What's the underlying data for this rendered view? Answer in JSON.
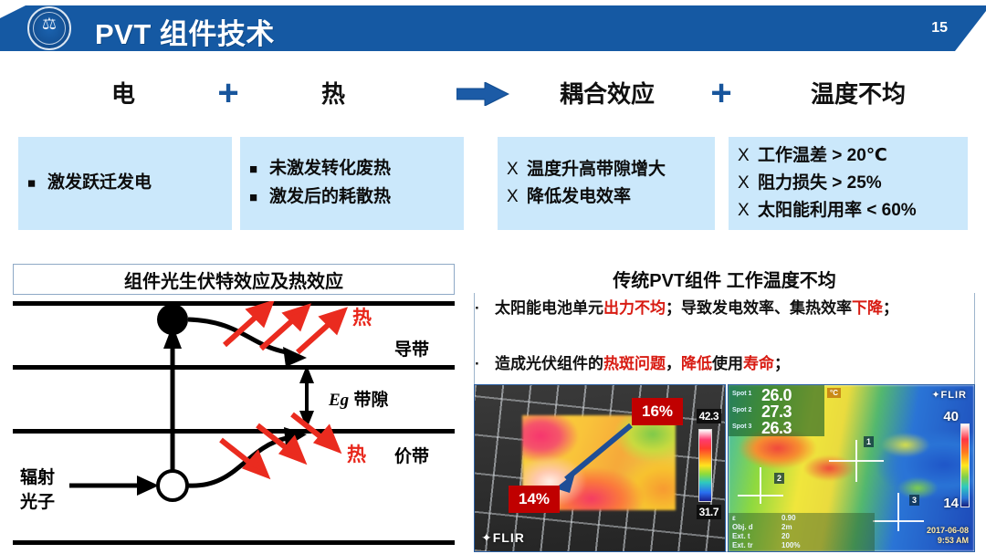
{
  "header": {
    "title": "PVT 组件技术",
    "page_number": "15",
    "logo_name": "university-seal-logo",
    "band_color": "#1559a3"
  },
  "flow": {
    "items": [
      {
        "type": "label",
        "text": "电"
      },
      {
        "type": "plus",
        "text": "+"
      },
      {
        "type": "label",
        "text": "热"
      },
      {
        "type": "arrow",
        "text": "→"
      },
      {
        "type": "label",
        "text": "耦合效应"
      },
      {
        "type": "plus",
        "text": "+"
      },
      {
        "type": "label",
        "text": "温度不均"
      }
    ],
    "accent_color": "#17559c"
  },
  "boxes": [
    {
      "id": "box-electric",
      "bg": "#cbe8fb",
      "lines": [
        {
          "marker": "■",
          "text": "激发跃迁发电"
        }
      ]
    },
    {
      "id": "box-heat",
      "bg": "#cbe8fb",
      "lines": [
        {
          "marker": "■",
          "text": "未激发转化废热"
        },
        {
          "marker": "■",
          "text": "激发后的耗散热"
        }
      ]
    },
    {
      "id": "box-coupling",
      "bg": "#cbe8fb",
      "lines": [
        {
          "marker": "X",
          "text": "温度升高带隙增大"
        },
        {
          "marker": "X",
          "text": "降低发电效率"
        }
      ]
    },
    {
      "id": "box-nonuniform",
      "bg": "#cbe8fb",
      "lines": [
        {
          "marker": "X",
          "text": "工作温差 > 20℃"
        },
        {
          "marker": "X",
          "text": "阻力损失 > 25%"
        },
        {
          "marker": "X",
          "text": "太阳能利用率 < 60%"
        }
      ]
    }
  ],
  "left_panel": {
    "title": "组件光生伏特效应及热效应",
    "labels": {
      "conduction_band": "导带",
      "valence_band": "价带",
      "bandgap": "带隙",
      "bandgap_symbol": "Eg",
      "photon_line1": "辐射",
      "photon_line2": "光子",
      "heat_top": "热",
      "heat_bottom": "热"
    },
    "heat_color": "#e8261b"
  },
  "right_panel": {
    "title": "传统PVT组件 工作温度不均",
    "bullets": [
      {
        "marker": "·",
        "segments": [
          {
            "text": "太阳能电池单元",
            "red": false
          },
          {
            "text": "出力不均",
            "red": true
          },
          {
            "text": "；导致发电效率、集热效率",
            "red": false
          },
          {
            "text": "下降",
            "red": true
          },
          {
            "text": "；",
            "red": false
          }
        ]
      },
      {
        "marker": "·",
        "segments": [
          {
            "text": "造成光伏组件的",
            "red": false
          },
          {
            "text": "热斑问题",
            "red": true
          },
          {
            "text": "，",
            "red": false
          },
          {
            "text": "降低",
            "red": true
          },
          {
            "text": "使用",
            "red": false
          },
          {
            "text": "寿命",
            "red": true
          },
          {
            "text": "；",
            "red": false
          }
        ]
      }
    ],
    "highlight_color": "#d81b12"
  },
  "thermal_left": {
    "brand": "FLIR",
    "scale_max": "42.3",
    "scale_min": "31.7",
    "callout_high": "16%",
    "callout_low": "14%",
    "arrow_color": "#1f4e96",
    "callout_bg": "#c00000"
  },
  "thermal_right": {
    "brand": "FLIR",
    "unit": "°C",
    "spots": [
      {
        "label": "Spot 1",
        "value": "26.0"
      },
      {
        "label": "Spot 2",
        "value": "27.3"
      },
      {
        "label": "Spot 3",
        "value": "26.3"
      }
    ],
    "scale_max": "40",
    "scale_min": "14",
    "params": [
      {
        "name": "ε",
        "value": "0.90"
      },
      {
        "name": "Obj. d",
        "value": "2m"
      },
      {
        "name": "Ext. t",
        "value": "20"
      },
      {
        "name": "Ext. tr",
        "value": "100%"
      }
    ],
    "markers": [
      "1",
      "2",
      "3"
    ],
    "date": "2017-06-08",
    "time": "9:53 AM"
  }
}
